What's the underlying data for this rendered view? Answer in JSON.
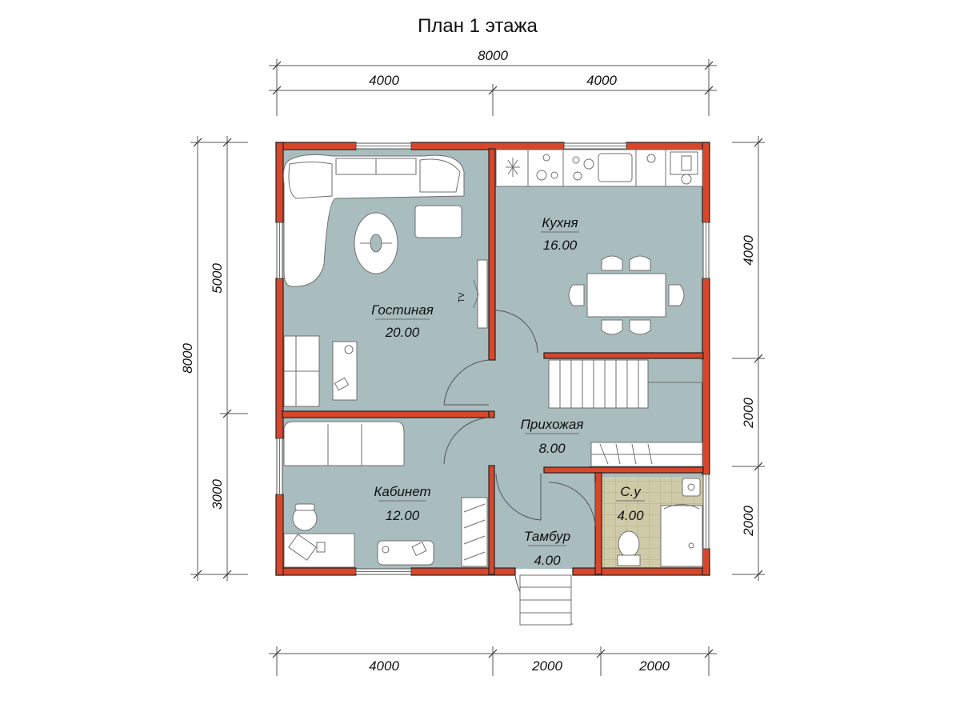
{
  "title": "План 1 этажа",
  "dimensions": {
    "top_total": "8000",
    "top_left": "4000",
    "top_right": "4000",
    "bottom_1": "4000",
    "bottom_2": "2000",
    "bottom_3": "2000",
    "left_total": "8000",
    "left_upper": "5000",
    "left_lower": "3000",
    "right_1": "4000",
    "right_2": "2000",
    "right_3": "2000"
  },
  "rooms": {
    "living": {
      "name": "Гостиная",
      "area": "20.00"
    },
    "kitchen": {
      "name": "Кухня",
      "area": "16.00"
    },
    "hall": {
      "name": "Прихожая",
      "area": "8.00"
    },
    "office": {
      "name": "Кабинет",
      "area": "12.00"
    },
    "vestibule": {
      "name": "Тамбур",
      "area": "4.00"
    },
    "bathroom": {
      "name": "С.у",
      "area": "4.00"
    }
  },
  "tv_label": "TV",
  "colors": {
    "wall": "#d8472b",
    "floor": "#a9bcbe",
    "bath_tile": "#cfcaa8"
  }
}
